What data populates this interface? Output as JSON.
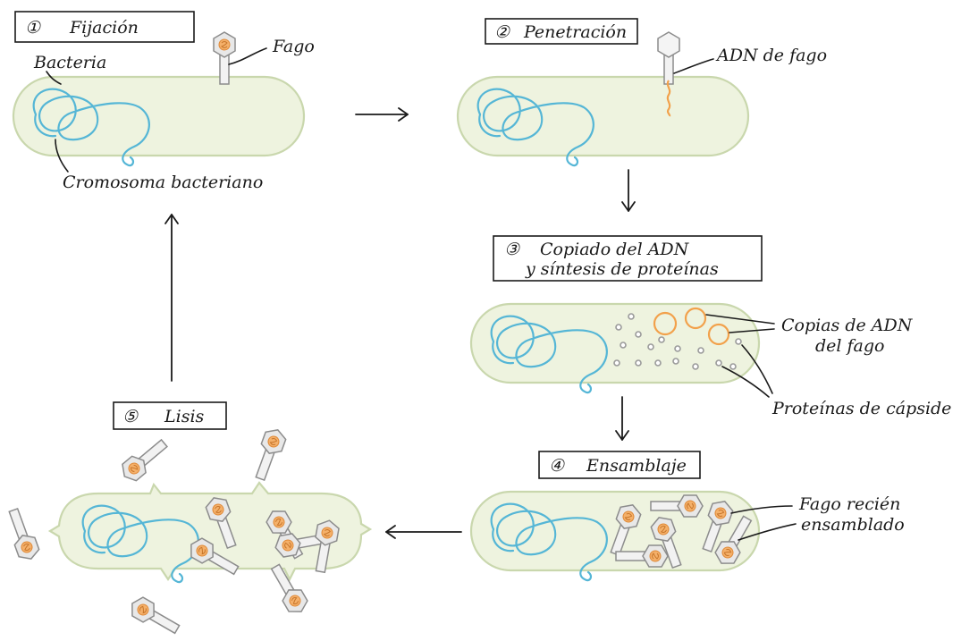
{
  "steps": [
    {
      "number": "①",
      "title": "Fijación"
    },
    {
      "number": "②",
      "title": "Penetración"
    },
    {
      "number": "③",
      "title_line1": "Copiado del ADN",
      "title_line2": "y síntesis de proteínas"
    },
    {
      "number": "④",
      "title": "Ensamblaje"
    },
    {
      "number": "⑤",
      "title": "Lisis"
    }
  ],
  "labels": {
    "bacteria": "Bacteria",
    "fago": "Fago",
    "cromosoma": "Cromosoma bacteriano",
    "adn_fago": "ADN de fago",
    "copias_line1": "Copias de ADN",
    "copias_line2": "del fago",
    "proteinas": "Proteínas de cápside",
    "recien_line1": "Fago recién",
    "recien_line2": "ensamblado"
  },
  "colors": {
    "cell_fill": "#eef3df",
    "chromosome": "#55b6d6",
    "phage_dna": "#f2a14b",
    "capsid_protein": "#9a9a9a"
  }
}
